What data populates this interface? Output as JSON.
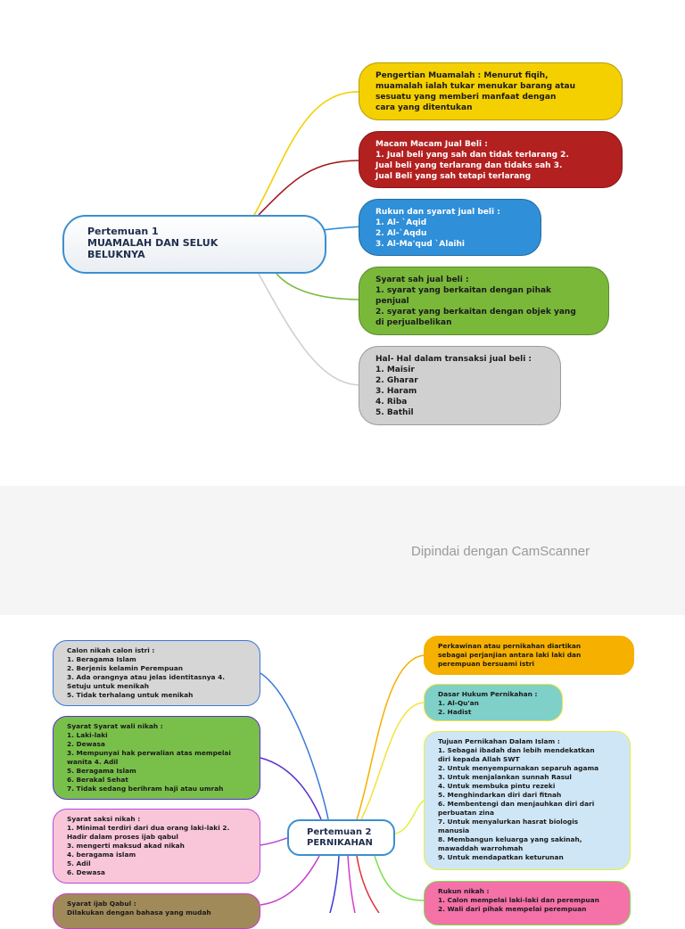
{
  "mindmap1": {
    "central": "Pertemuan 1\nMUAMALAH DAN SELUK\nBELUKNYA",
    "branches": [
      {
        "text": "Pengertian Muamalah : Menurut fiqih,\nmuamalah ialah tukar menukar barang atau\nsesuatu yang memberi manfaat dengan\ncara yang ditentukan",
        "color": "#f5d000"
      },
      {
        "text": "Macam Macam Jual Beli :\n1. Jual beli yang sah dan tidak terlarang 2.\nJual beli yang terlarang dan tidaks sah 3.\nJual Beli yang sah tetapi terlarang",
        "color": "#b32020"
      },
      {
        "text": "Rukun dan syarat jual beli :\n1. Al- `Aqid\n2. Al-`Aqdu\n3. Al-Ma'qud `Alaihi",
        "color": "#2f8fd8"
      },
      {
        "text": "Syarat sah jual beli :\n1. syarat yang berkaitan dengan pihak\npenjual\n2. syarat yang berkaitan dengan objek yang\ndi perjualbelikan",
        "color": "#7ab83a"
      },
      {
        "text": "Hal- Hal dalam transaksi jual beli :\n1. Maisir\n2. Gharar\n3. Haram\n4. Riba\n5. Bathil",
        "color": "#d0d0d0"
      }
    ]
  },
  "watermark": "Dipindai dengan CamScanner",
  "mindmap2": {
    "central": "Pertemuan 2\nPERNIKAHAN",
    "left_branches": [
      {
        "text": "Calon nikah calon istri :\n1. Beragama Islam\n2. Berjenis kelamin Perempuan\n3. Ada orangnya atau jelas identitasnya 4.\nSetuju untuk menikah\n5. Tidak terhalang untuk menikah",
        "color": "#d6d6d6",
        "border": "#3a78d8"
      },
      {
        "text": "Syarat Syarat wali nikah :\n1. Laki-laki\n2. Dewasa\n3. Mempunyai hak perwalian atas mempelai\nwanita 4. Adil\n5. Beragama Islam\n6. Berakal Sehat\n7. Tidak sedang berihram haji atau umrah",
        "color": "#79c04a",
        "border": "#5a2fd0"
      },
      {
        "text": "Syarat saksi nikah :\n1. Minimal terdiri dari dua orang laki-laki 2.\nHadir dalam proses ijab qabul\n3. mengerti maksud akad nikah\n4. beragama islam\n5. Adil\n6. Dewasa",
        "color": "#f8c6d8",
        "border": "#b84ad8"
      },
      {
        "text": "Syarat ijab Qabul :\nDilakukan dengan bahasa yang mudah",
        "color": "#a08a5a",
        "border": "#c83ad0"
      }
    ],
    "right_branches": [
      {
        "text": "Perkawinan atau pernikahan diartikan\nsebagai perjanjian antara laki laki dan\nperempuan bersuami istri",
        "color": "#f5b000",
        "border": "#f5b000"
      },
      {
        "text": "Dasar Hukum Pernikahan :\n1. Al-Qu'an\n2. Hadist",
        "color": "#7fd0c8",
        "border": "#f5e23a"
      },
      {
        "text": "Tujuan Pernikahan Dalam Islam :\n1. Sebagai ibadah dan lebih mendekatkan\ndiri kepada Allah SWT\n2. Untuk menyempurnakan separuh agama\n3. Untuk menjalankan sunnah Rasul\n4. Untuk membuka pintu rezeki\n5. Menghindarkan diri dari fitnah\n6. Membentengi dan menjauhkan diri dari\nperbuatan zina\n7. Untuk menyalurkan hasrat biologis\nmanusia\n8. Membangun keluarga yang sakinah,\nmawaddah warrohmah\n9. Untuk mendapatkan keturunan",
        "color": "#cfe6f6",
        "border": "#e6f03a"
      },
      {
        "text": "Rukun nikah :\n1. Calon mempelai laki-laki dan perempuan\n2. Wali dari pihak mempelai perempuan",
        "color": "#f472a8",
        "border": "#7ae04a"
      }
    ]
  }
}
